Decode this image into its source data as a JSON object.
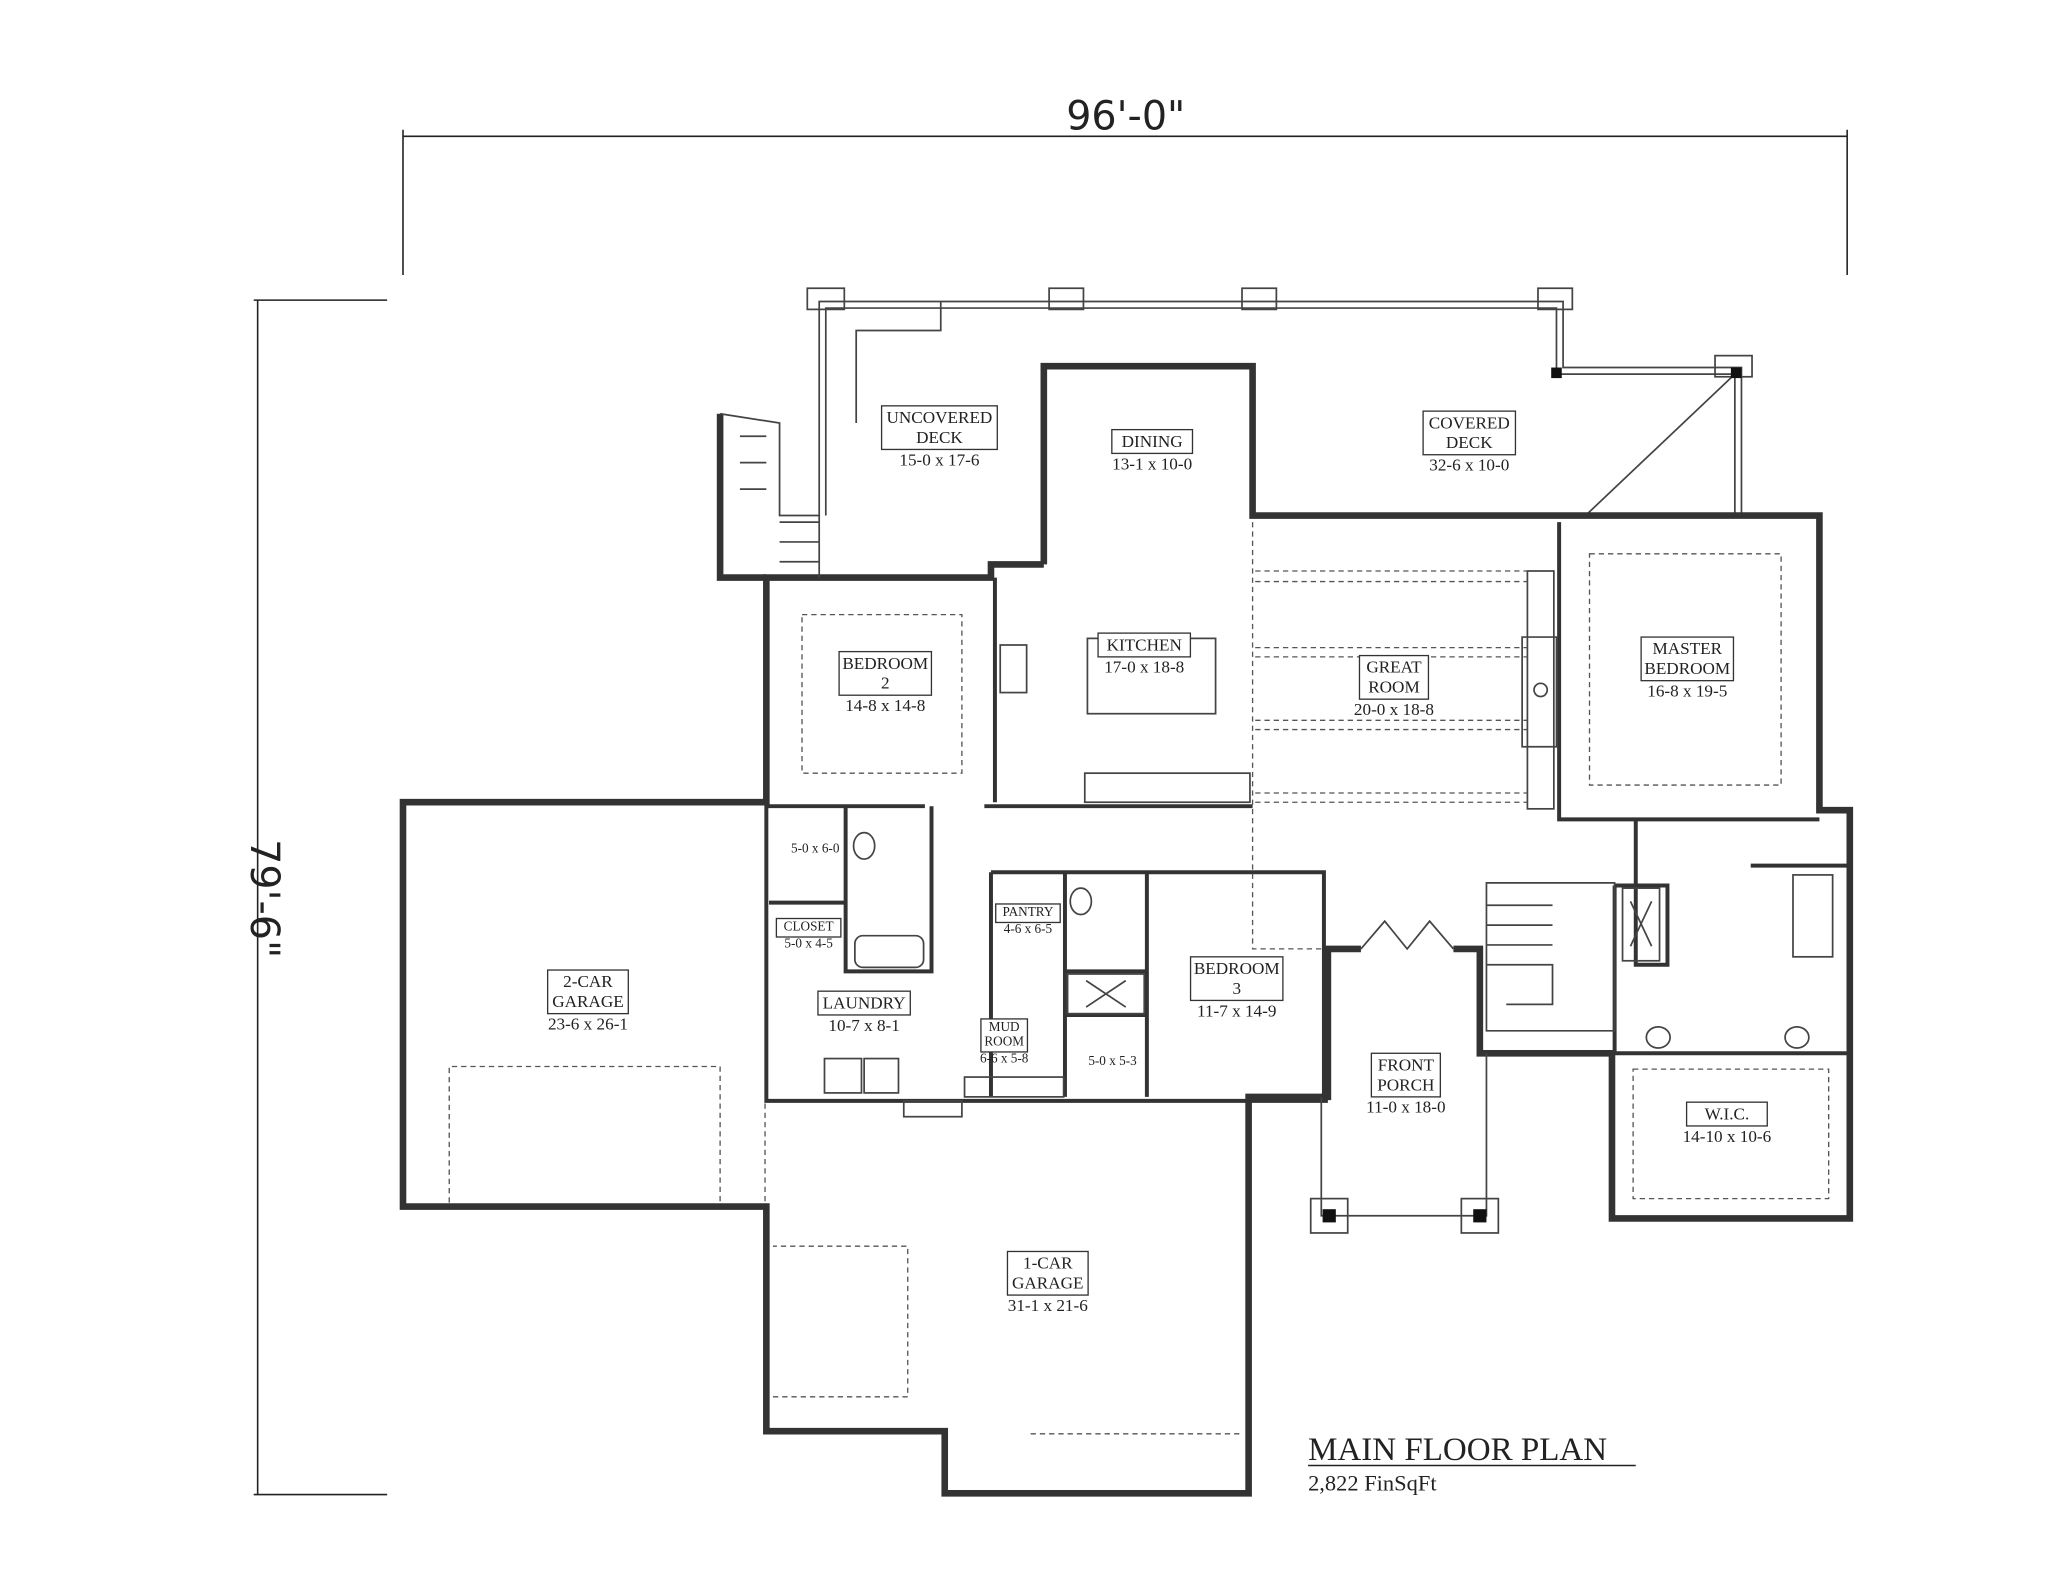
{
  "dimensions": {
    "width": "96'-0\"",
    "depth": "79'-6\""
  },
  "title": {
    "name": "MAIN FLOOR PLAN",
    "area": "2,822 FinSqFt"
  },
  "rooms": [
    {
      "name": [
        "UNCOVERED",
        "DECK"
      ],
      "size": "15-0 x 17-6"
    },
    {
      "name": [
        "DINING"
      ],
      "size": "13-1 x 10-0"
    },
    {
      "name": [
        "COVERED",
        "DECK"
      ],
      "size": "32-6 x 10-0"
    },
    {
      "name": [
        "BEDROOM",
        "2"
      ],
      "size": "14-8 x 14-8"
    },
    {
      "name": [
        "KITCHEN"
      ],
      "size": "17-0 x 18-8"
    },
    {
      "name": [
        "GREAT",
        "ROOM"
      ],
      "size": "20-0 x 18-8"
    },
    {
      "name": [
        "MASTER",
        "BEDROOM"
      ],
      "size": "16-8 x 19-5"
    },
    {
      "name": [],
      "size": "5-0 x 6-0"
    },
    {
      "name": [
        "CLOSET"
      ],
      "size": "5-0 x 4-5"
    },
    {
      "name": [
        "PANTRY"
      ],
      "size": "4-6 x 6-5"
    },
    {
      "name": [
        "LAUNDRY"
      ],
      "size": "10-7 x 8-1"
    },
    {
      "name": [
        "MUD",
        "ROOM"
      ],
      "size": "6-6 x 5-8"
    },
    {
      "name": [],
      "size": "5-0 x 5-3"
    },
    {
      "name": [
        "BEDROOM",
        "3"
      ],
      "size": "11-7 x 14-9"
    },
    {
      "name": [
        "2-CAR",
        "GARAGE"
      ],
      "size": "23-6 x 26-1"
    },
    {
      "name": [
        "FRONT",
        "PORCH"
      ],
      "size": "11-0 x 18-0"
    },
    {
      "name": [
        "W.I.C."
      ],
      "size": "14-10 x 10-6"
    },
    {
      "name": [
        "1-CAR",
        "GARAGE"
      ],
      "size": "31-1 x 21-6"
    }
  ]
}
